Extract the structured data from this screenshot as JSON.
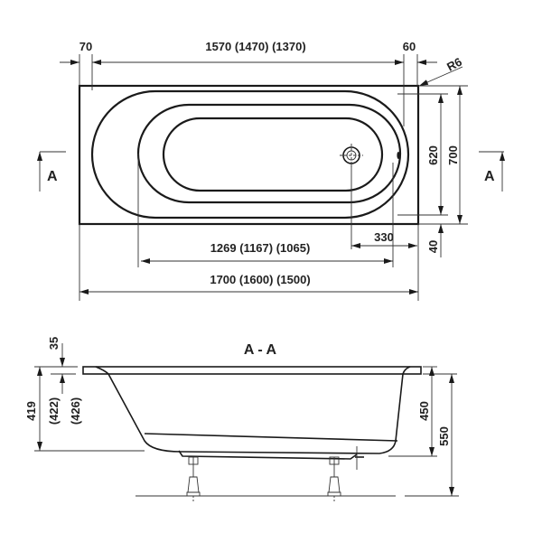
{
  "plan_view": {
    "dim_top_left": "70",
    "dim_top_main": "1570 (1470) (1370)",
    "dim_top_right": "60",
    "radius_label": "R6",
    "dim_inner_width": "620",
    "dim_outer_width": "700",
    "dim_bottom_offset": "40",
    "dim_drain_offset": "330",
    "dim_inner_length": "1269 (1167) (1065)",
    "dim_overall_length": "1700 (1600) (1500)",
    "section_marker_left": "A",
    "section_marker_right": "A"
  },
  "section_view": {
    "title": "A - A",
    "dim_rim": "35",
    "dim_depth_main": "419",
    "dim_depth_alt1": "(422)",
    "dim_depth_alt2": "(426)",
    "dim_height_tub": "450",
    "dim_height_total": "550"
  },
  "colors": {
    "line": "#1a1a1a",
    "background": "#ffffff"
  }
}
